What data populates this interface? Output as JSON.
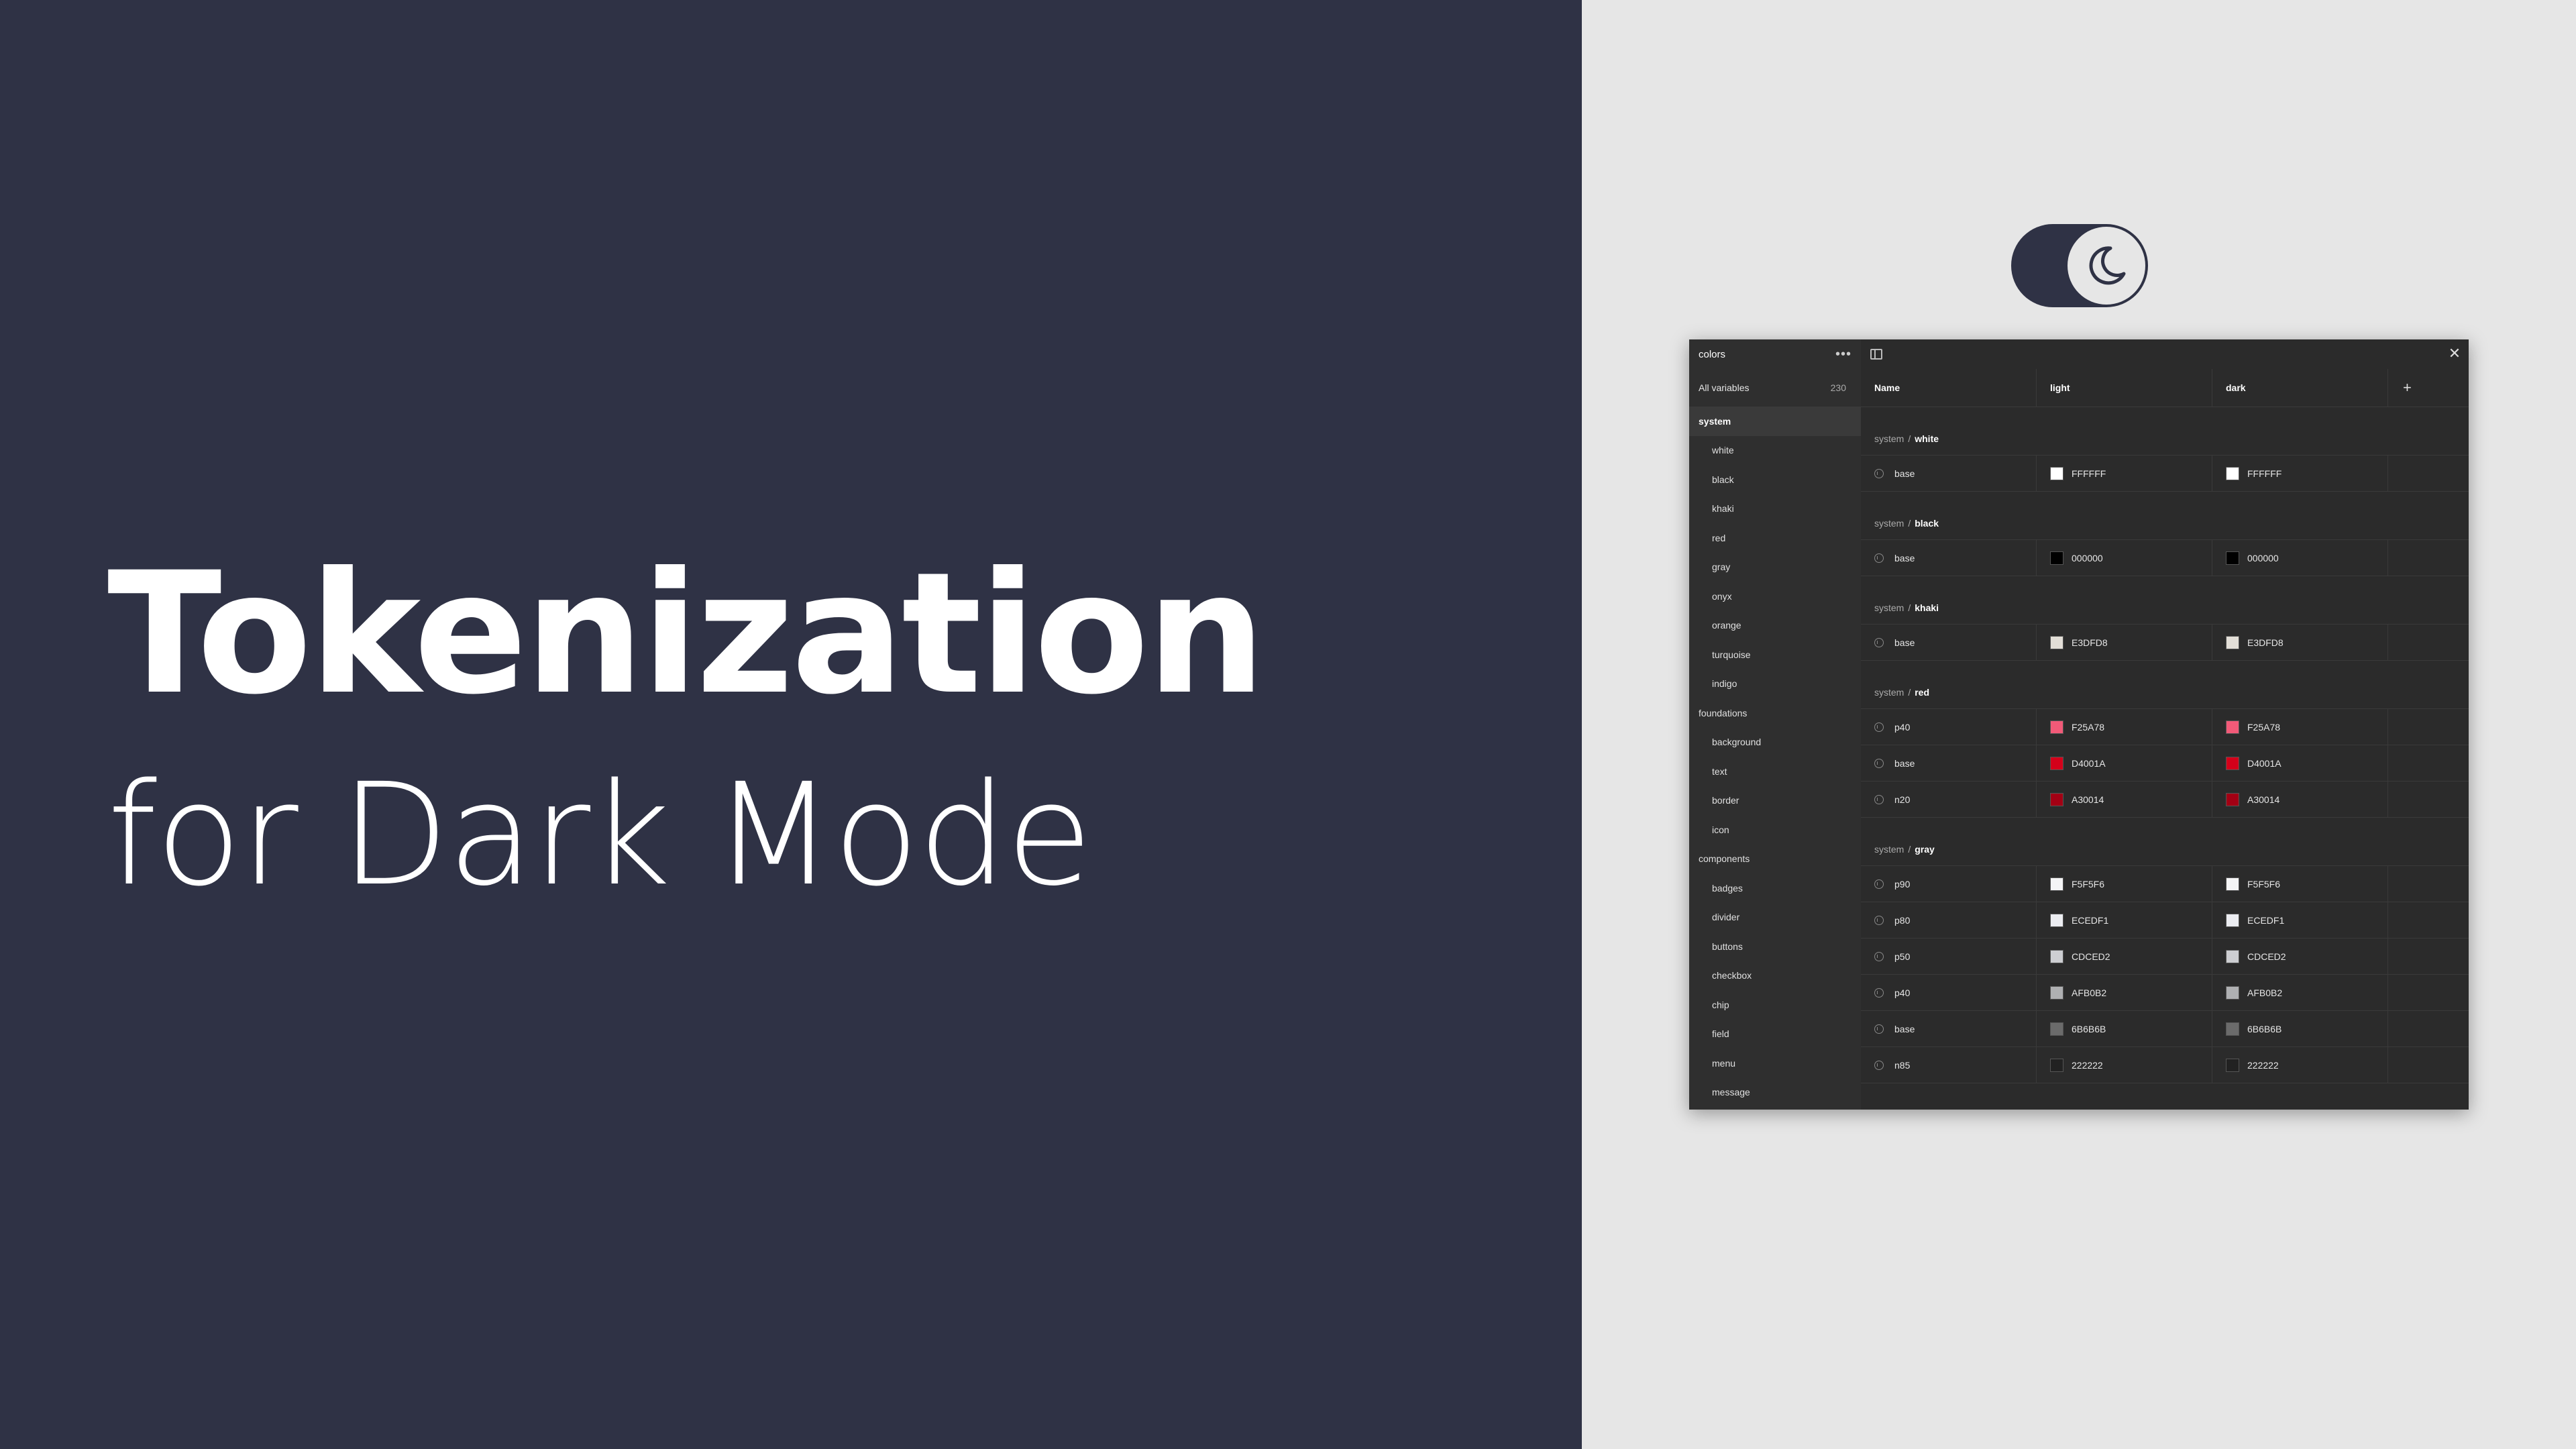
{
  "hero": {
    "title": "Tokenization",
    "subtitle": "for Dark Mode"
  },
  "toggle": {
    "icon": "moon-icon",
    "state": "dark"
  },
  "panel": {
    "collection_title": "colors",
    "all_variables_label": "All variables",
    "all_variables_count": "230",
    "sidebar": [
      {
        "label": "system",
        "group": true,
        "active": true
      },
      {
        "label": "white"
      },
      {
        "label": "black"
      },
      {
        "label": "khaki"
      },
      {
        "label": "red"
      },
      {
        "label": "gray"
      },
      {
        "label": "onyx"
      },
      {
        "label": "orange"
      },
      {
        "label": "turquoise"
      },
      {
        "label": "indigo"
      },
      {
        "label": "foundations",
        "group": true
      },
      {
        "label": "background"
      },
      {
        "label": "text"
      },
      {
        "label": "border"
      },
      {
        "label": "icon"
      },
      {
        "label": "components",
        "group": true
      },
      {
        "label": "badges"
      },
      {
        "label": "divider"
      },
      {
        "label": "buttons"
      },
      {
        "label": "checkbox"
      },
      {
        "label": "chip"
      },
      {
        "label": "field"
      },
      {
        "label": "menu"
      },
      {
        "label": "message"
      }
    ],
    "columns": {
      "name": "Name",
      "light": "light",
      "dark": "dark",
      "add": "+"
    },
    "groups": [
      {
        "prefix": "system",
        "name": "white",
        "rows": [
          {
            "name": "base",
            "light": "FFFFFF",
            "dark": "FFFFFF",
            "light_color": "#FFFFFF",
            "dark_color": "#FFFFFF"
          }
        ]
      },
      {
        "prefix": "system",
        "name": "black",
        "rows": [
          {
            "name": "base",
            "light": "000000",
            "dark": "000000",
            "light_color": "#000000",
            "dark_color": "#000000"
          }
        ]
      },
      {
        "prefix": "system",
        "name": "khaki",
        "rows": [
          {
            "name": "base",
            "light": "E3DFD8",
            "dark": "E3DFD8",
            "light_color": "#E3DFD8",
            "dark_color": "#E3DFD8"
          }
        ]
      },
      {
        "prefix": "system",
        "name": "red",
        "rows": [
          {
            "name": "p40",
            "light": "F25A78",
            "dark": "F25A78",
            "light_color": "#F25A78",
            "dark_color": "#F25A78"
          },
          {
            "name": "base",
            "light": "D4001A",
            "dark": "D4001A",
            "light_color": "#D4001A",
            "dark_color": "#D4001A"
          },
          {
            "name": "n20",
            "light": "A30014",
            "dark": "A30014",
            "light_color": "#A30014",
            "dark_color": "#A30014"
          }
        ]
      },
      {
        "prefix": "system",
        "name": "gray",
        "rows": [
          {
            "name": "p90",
            "light": "F5F5F6",
            "dark": "F5F5F6",
            "light_color": "#F5F5F6",
            "dark_color": "#F5F5F6"
          },
          {
            "name": "p80",
            "light": "ECEDF1",
            "dark": "ECEDF1",
            "light_color": "#ECEDF1",
            "dark_color": "#ECEDF1"
          },
          {
            "name": "p50",
            "light": "CDCED2",
            "dark": "CDCED2",
            "light_color": "#CDCED2",
            "dark_color": "#CDCED2"
          },
          {
            "name": "p40",
            "light": "AFB0B2",
            "dark": "AFB0B2",
            "light_color": "#AFB0B2",
            "dark_color": "#AFB0B2"
          },
          {
            "name": "base",
            "light": "6B6B6B",
            "dark": "6B6B6B",
            "light_color": "#6B6B6B",
            "dark_color": "#6B6B6B"
          },
          {
            "name": "n85",
            "light": "222222",
            "dark": "222222",
            "light_color": "#222222",
            "dark_color": "#222222"
          }
        ]
      }
    ]
  }
}
